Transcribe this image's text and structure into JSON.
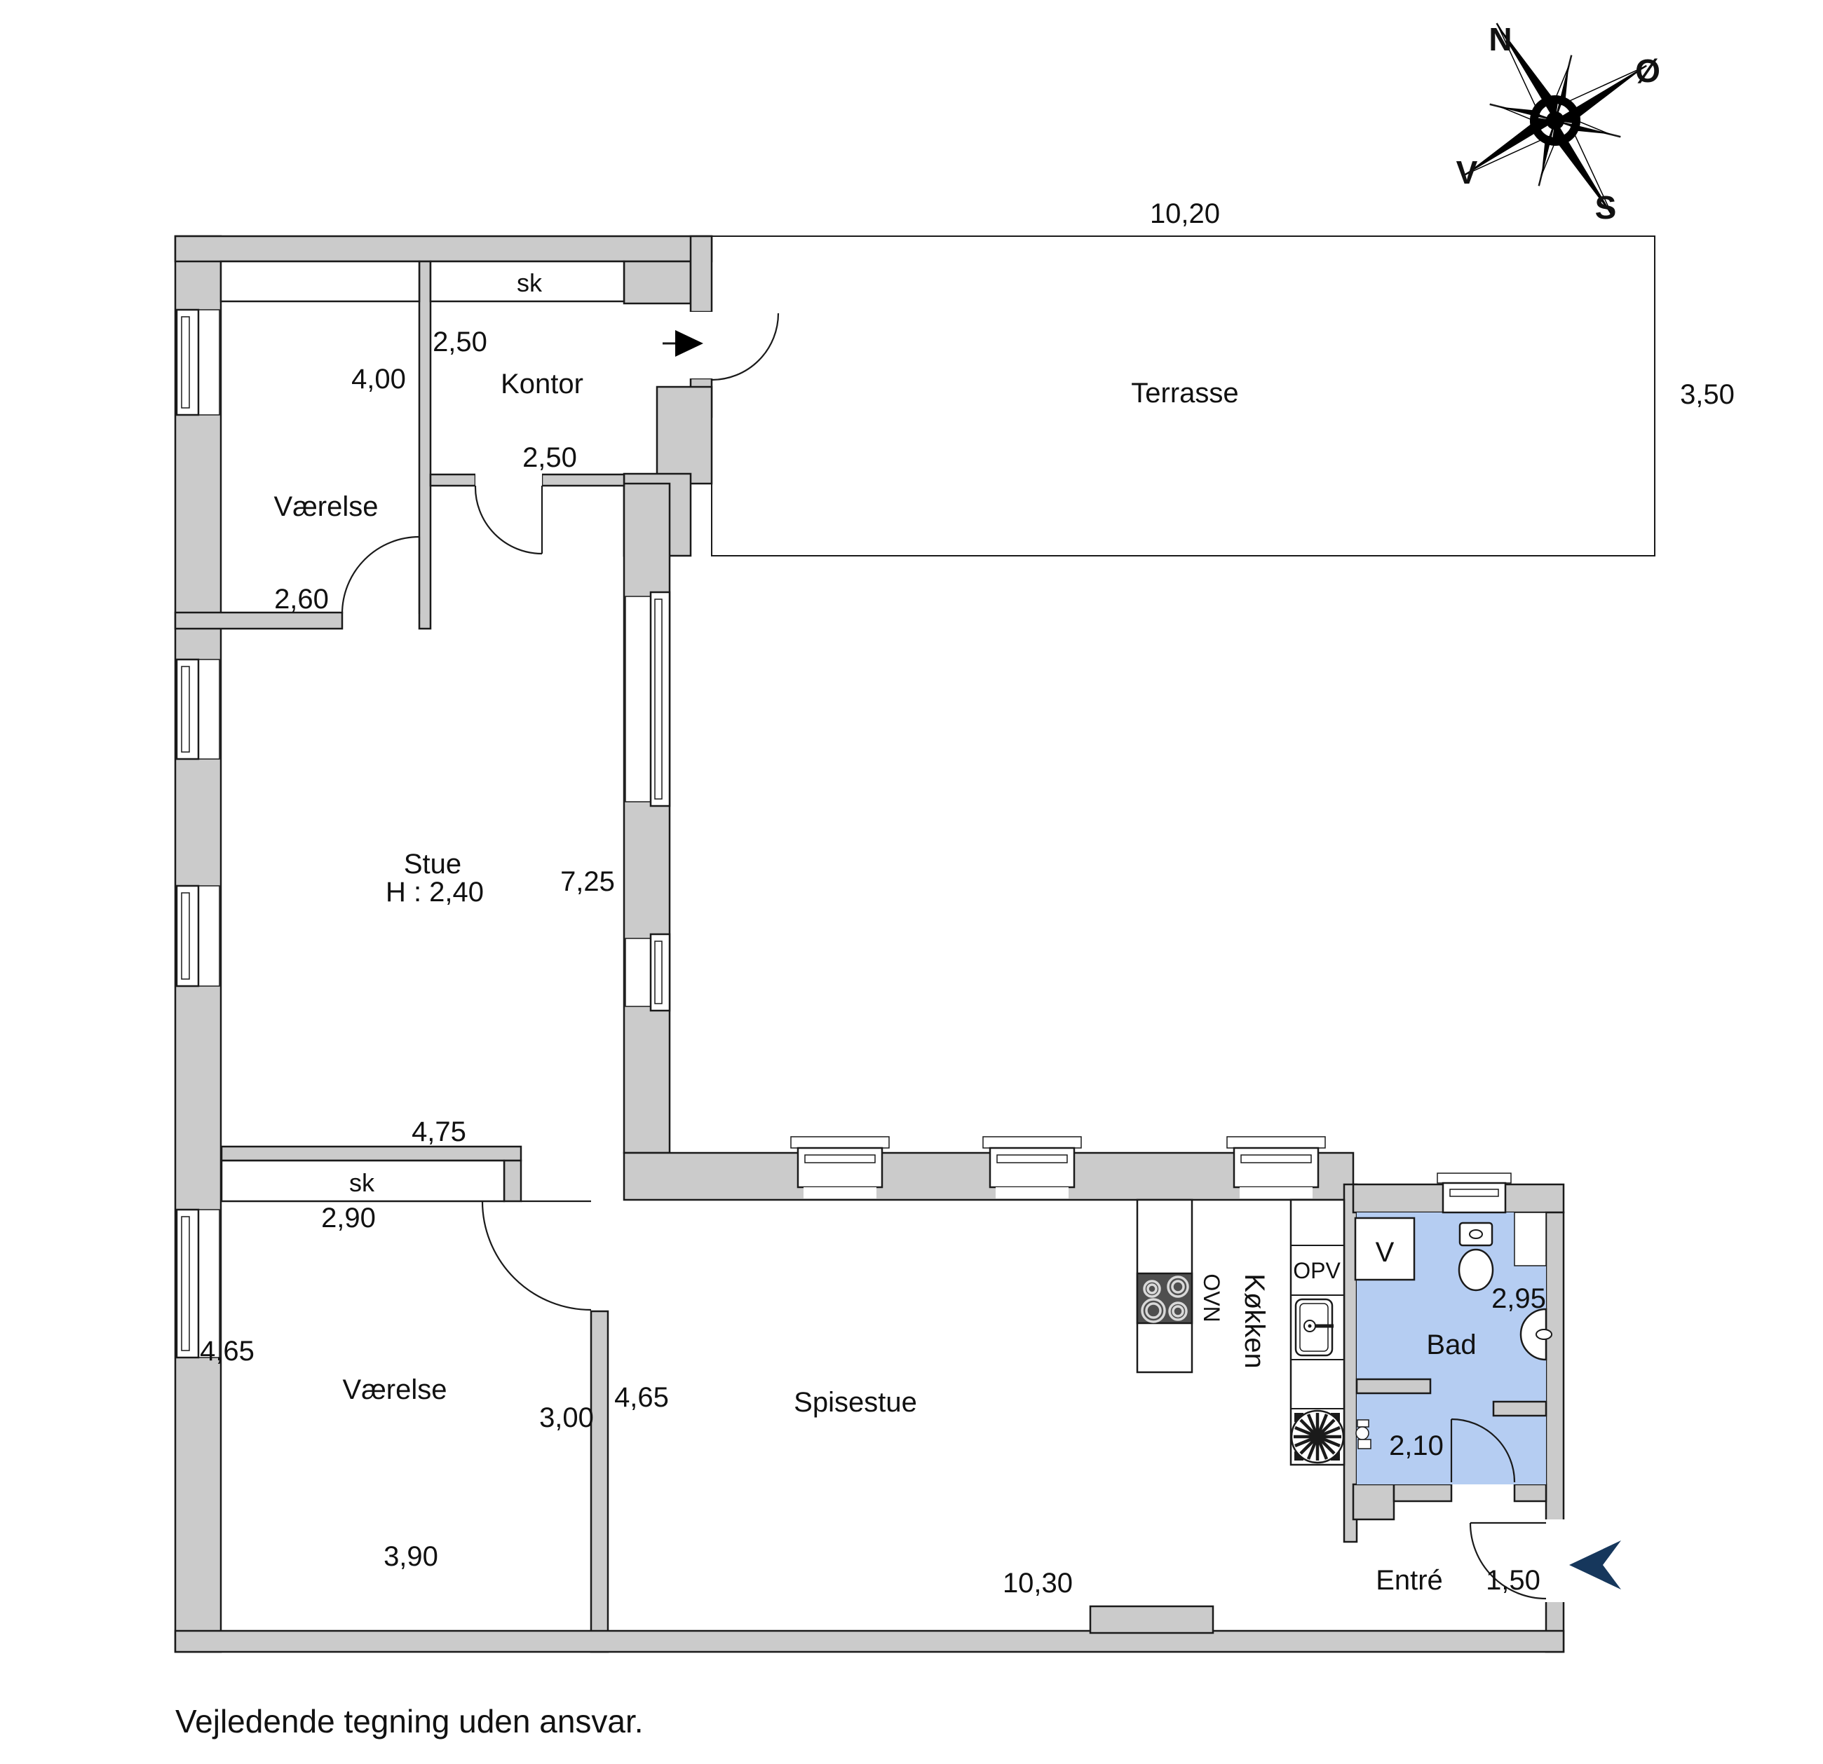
{
  "colors": {
    "wall": "#cbcbcb",
    "bath_fill": "#b5cdf2",
    "arrow": "#16375c",
    "line": "#1a1a1a",
    "stove": "#4f4f4f"
  },
  "compass": {
    "north": "N",
    "east": "Ø",
    "west": "V",
    "south": "S"
  },
  "rooms": {
    "bedroom_top": "Værelse",
    "office": "Kontor",
    "terrace": "Terrasse",
    "living": "Stue",
    "living_height": "H : 2,40",
    "bedroom_bottom": "Værelse",
    "dining": "Spisestue",
    "kitchen": "Køkken",
    "bath": "Bad",
    "entry": "Entré"
  },
  "closets": {
    "top": "sk",
    "bottom": "sk"
  },
  "appliances": {
    "dishwasher": "OPV",
    "stove": "OVN",
    "washer": "V"
  },
  "dims": {
    "terrace_width": "10,20",
    "terrace_depth": "3,50",
    "office_top": "2,50",
    "office_bottom": "2,50",
    "bedroom_top_depth": "4,00",
    "bedroom_top_width": "2,60",
    "living_depth": "7,25",
    "living_width": "4,75",
    "closet_bottom_width": "2,90",
    "bedroom_bottom_depth": "4,65",
    "bedroom_bottom_door": "3,00",
    "bedroom_bottom_width": "3,90",
    "dining_depth": "4,65",
    "dining_width": "10,30",
    "bath_depth": "2,95",
    "bath_width": "2,10",
    "entry_door": "1,50"
  },
  "footer": "Vejledende tegning uden ansvar."
}
